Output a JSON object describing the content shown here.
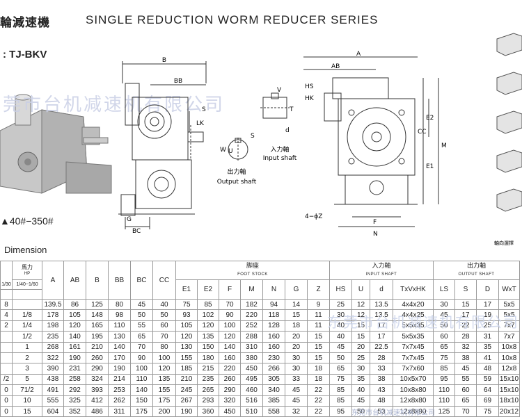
{
  "header": {
    "title_cn": "蜗輪減速機",
    "title_en": "SINGLE REDUCTION WORM REDUCER SERIES"
  },
  "model": ": TJ-BKV",
  "size_range": "▲40#−350#",
  "dimension_title": "Dimension",
  "watermark": "莞市台机减速机有限公司",
  "watermark_table": "东莞市台机减速机有限公司",
  "watermark_small": "东莞市台机减速机有限公司",
  "drawing_labels": {
    "front": {
      "B": "B",
      "BB": "BB",
      "S": "S",
      "LK": "LK",
      "G": "G",
      "BC": "BC"
    },
    "shaft": {
      "V": "V",
      "T": "T",
      "d": "d",
      "input_cn": "入力軸",
      "input_en": "Input shaft",
      "W": "W",
      "U": "U",
      "S": "S",
      "output_cn": "出力軸",
      "output_en": "Output shaft",
      "phi": "ϕ"
    },
    "side": {
      "A": "A",
      "AB": "AB",
      "HS": "HS",
      "HK": "HK",
      "E2": "E2",
      "CC": "CC",
      "M": "M",
      "E1": "E1",
      "F": "F",
      "N": "N",
      "Z": "4−ϕZ"
    },
    "mount_caption": "軸向選擇"
  },
  "table": {
    "hp_cn": "馬力",
    "hp_en": "HP",
    "ratio_a": "1/30",
    "ratio_b": "1/40−1/60",
    "group_foot_cn": "脚座",
    "group_foot_en": "FOOT STOCK",
    "group_in_cn": "入力軸",
    "group_in_en": "INPUT SHAFT",
    "group_out_cn": "出力軸",
    "group_out_en": "OUTPUT SHAFT",
    "columns": [
      "A",
      "AB",
      "B",
      "BB",
      "BC",
      "CC",
      "E1",
      "E2",
      "F",
      "M",
      "N",
      "G",
      "Z",
      "HS",
      "U",
      "d",
      "TxVxHK",
      "LS",
      "S",
      "D",
      "WxT"
    ],
    "rows": [
      [
        "8",
        "",
        "139.5",
        "86",
        "125",
        "80",
        "45",
        "40",
        "75",
        "85",
        "70",
        "182",
        "94",
        "14",
        "9",
        "25",
        "12",
        "13.5",
        "4x4x20",
        "30",
        "15",
        "17",
        "5x5"
      ],
      [
        "4",
        "1/8",
        "178",
        "105",
        "148",
        "98",
        "50",
        "50",
        "93",
        "102",
        "90",
        "220",
        "118",
        "15",
        "11",
        "30",
        "12",
        "13.5",
        "4x4x25",
        "45",
        "17",
        "19",
        "5x5"
      ],
      [
        "2",
        "1/4",
        "198",
        "120",
        "165",
        "110",
        "55",
        "60",
        "105",
        "120",
        "100",
        "252",
        "128",
        "18",
        "11",
        "40",
        "15",
        "17",
        "5x5x35",
        "50",
        "22",
        "25",
        "7x7"
      ],
      [
        "",
        "1/2",
        "235",
        "140",
        "195",
        "130",
        "65",
        "70",
        "120",
        "135",
        "120",
        "288",
        "160",
        "20",
        "15",
        "40",
        "15",
        "17",
        "5x5x35",
        "60",
        "28",
        "31",
        "7x7"
      ],
      [
        "",
        "1",
        "268",
        "161",
        "210",
        "140",
        "70",
        "80",
        "130",
        "150",
        "140",
        "310",
        "160",
        "20",
        "15",
        "45",
        "20",
        "22.5",
        "7x7x45",
        "65",
        "32",
        "35",
        "10x8"
      ],
      [
        "",
        "2",
        "322",
        "190",
        "260",
        "170",
        "90",
        "100",
        "155",
        "180",
        "160",
        "380",
        "230",
        "30",
        "15",
        "50",
        "25",
        "28",
        "7x7x45",
        "75",
        "38",
        "41",
        "10x8"
      ],
      [
        "",
        "3",
        "390",
        "231",
        "290",
        "190",
        "100",
        "120",
        "185",
        "215",
        "220",
        "450",
        "266",
        "30",
        "18",
        "65",
        "30",
        "33",
        "7x7x60",
        "85",
        "45",
        "48",
        "12x8"
      ],
      [
        "/2",
        "5",
        "438",
        "258",
        "324",
        "214",
        "110",
        "135",
        "210",
        "235",
        "260",
        "495",
        "305",
        "33",
        "18",
        "75",
        "35",
        "38",
        "10x5x70",
        "95",
        "55",
        "59",
        "15x10"
      ],
      [
        "0",
        "71/2",
        "491",
        "292",
        "393",
        "253",
        "140",
        "155",
        "245",
        "265",
        "290",
        "460",
        "340",
        "45",
        "22",
        "85",
        "40",
        "43",
        "10x8x80",
        "110",
        "60",
        "64",
        "15x10"
      ],
      [
        "0",
        "10",
        "555",
        "325",
        "412",
        "262",
        "150",
        "175",
        "267",
        "293",
        "320",
        "516",
        "385",
        "45",
        "22",
        "85",
        "45",
        "48",
        "12x8x80",
        "110",
        "65",
        "69",
        "18x10"
      ],
      [
        "0",
        "15",
        "604",
        "352",
        "486",
        "311",
        "175",
        "200",
        "190",
        "360",
        "450",
        "510",
        "558",
        "32",
        "22",
        "95",
        "50",
        "53",
        "12x8x90",
        "125",
        "70",
        "75",
        "20x12"
      ]
    ]
  }
}
